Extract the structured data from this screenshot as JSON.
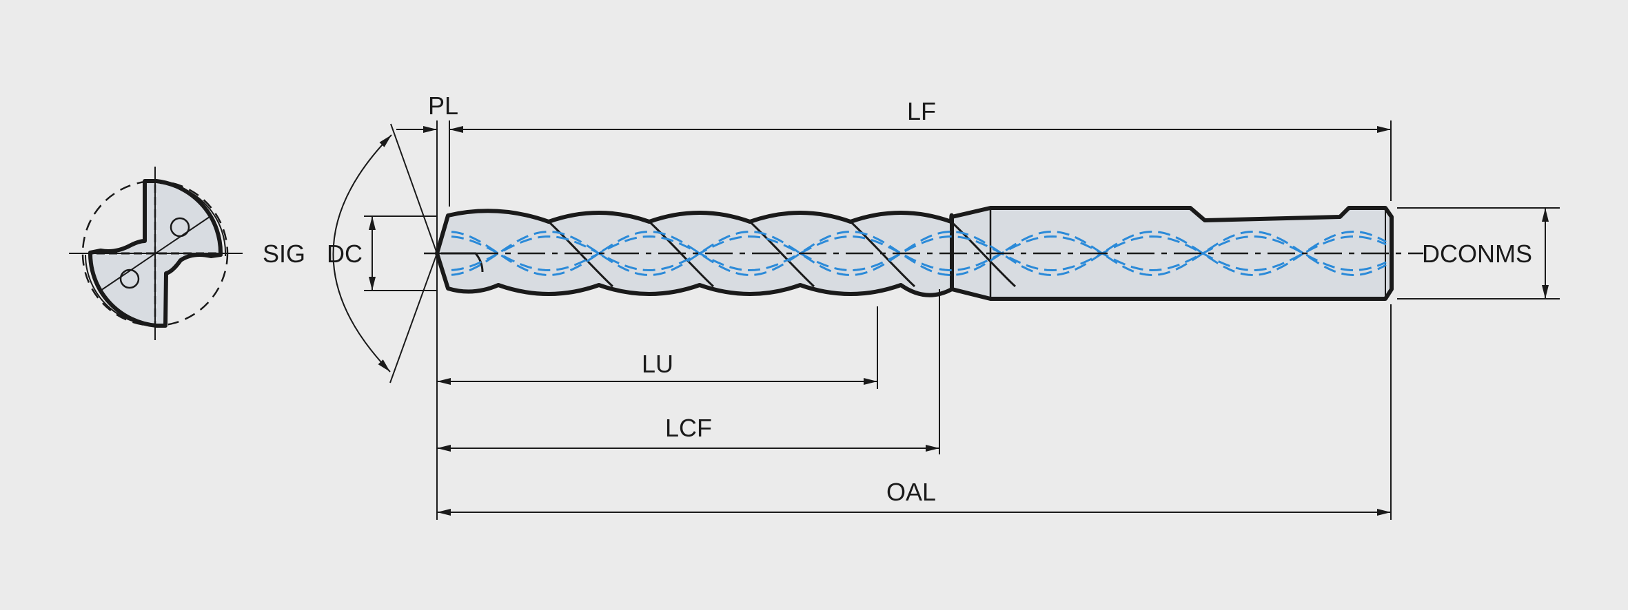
{
  "drawing": {
    "title": "Solid drill dimension diagram",
    "labels": {
      "pl": "PL",
      "lf": "LF",
      "sig": "SIG",
      "dc": "DC",
      "lu": "LU",
      "lcf": "LCF",
      "oal": "OAL",
      "dconms": "DCONMS"
    }
  },
  "colors": {
    "background": "#ebebeb",
    "body_fill": "#d8dce1",
    "outline": "#1a1a1a",
    "coolant": "#2b8ad8"
  }
}
